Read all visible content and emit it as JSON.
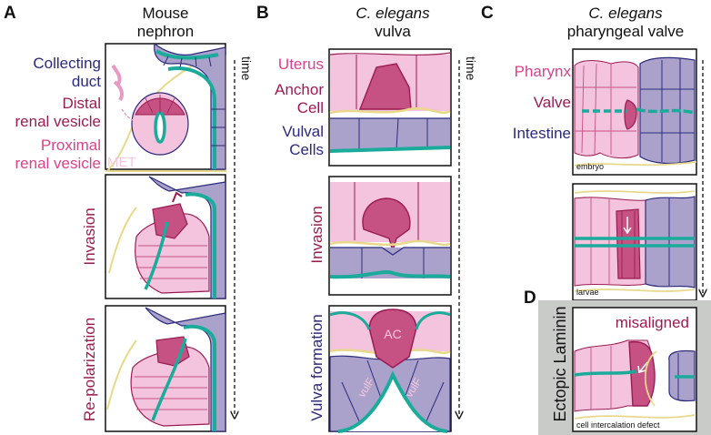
{
  "panels": {
    "A": {
      "letter": "A",
      "title_line1": "Mouse",
      "title_line2": "nephron",
      "labels": {
        "collecting_duct_1": "Collecting",
        "collecting_duct_2": "duct",
        "distal_1": "Distal",
        "distal_2": "renal vesicle",
        "proximal_1": "Proximal",
        "proximal_2": "renal vesicle",
        "met": "MET"
      },
      "stages": [
        "Invasion",
        "Re-polarization"
      ],
      "time_label": "time"
    },
    "B": {
      "letter": "B",
      "title_line1": "C. elegans",
      "title_line2": "vulva",
      "labels": {
        "uterus": "Uterus",
        "anchor_1": "Anchor",
        "anchor_2": "Cell",
        "vulval_1": "Vulval",
        "vulval_2": "Cells",
        "ac": "AC",
        "vulf": "vulF"
      },
      "stages": [
        "Invasion",
        "Vulva formation"
      ],
      "time_label": "time"
    },
    "C": {
      "letter": "C",
      "title_line1": "C. elegans",
      "title_line2": "pharyngeal valve",
      "labels": {
        "pharynx": "Pharynx",
        "valve": "Valve",
        "intestine": "Intestine",
        "embryo": "embryo",
        "larvae": "larvae"
      }
    },
    "D": {
      "letter": "D",
      "side_label": "Ectopic Laminin",
      "misaligned": "misaligned",
      "caption": "cell intercalation defect"
    }
  },
  "colors": {
    "navy": "#2b2a7c",
    "magenta": "#9b1b52",
    "pink": "#d9428a",
    "teal": "#1aab9b",
    "lavender": "#aba2cc",
    "light_pink": "#f4c3de",
    "mid_pink": "#c55283",
    "yellow": "#e8d98a",
    "gray": "#c9cbc9"
  }
}
